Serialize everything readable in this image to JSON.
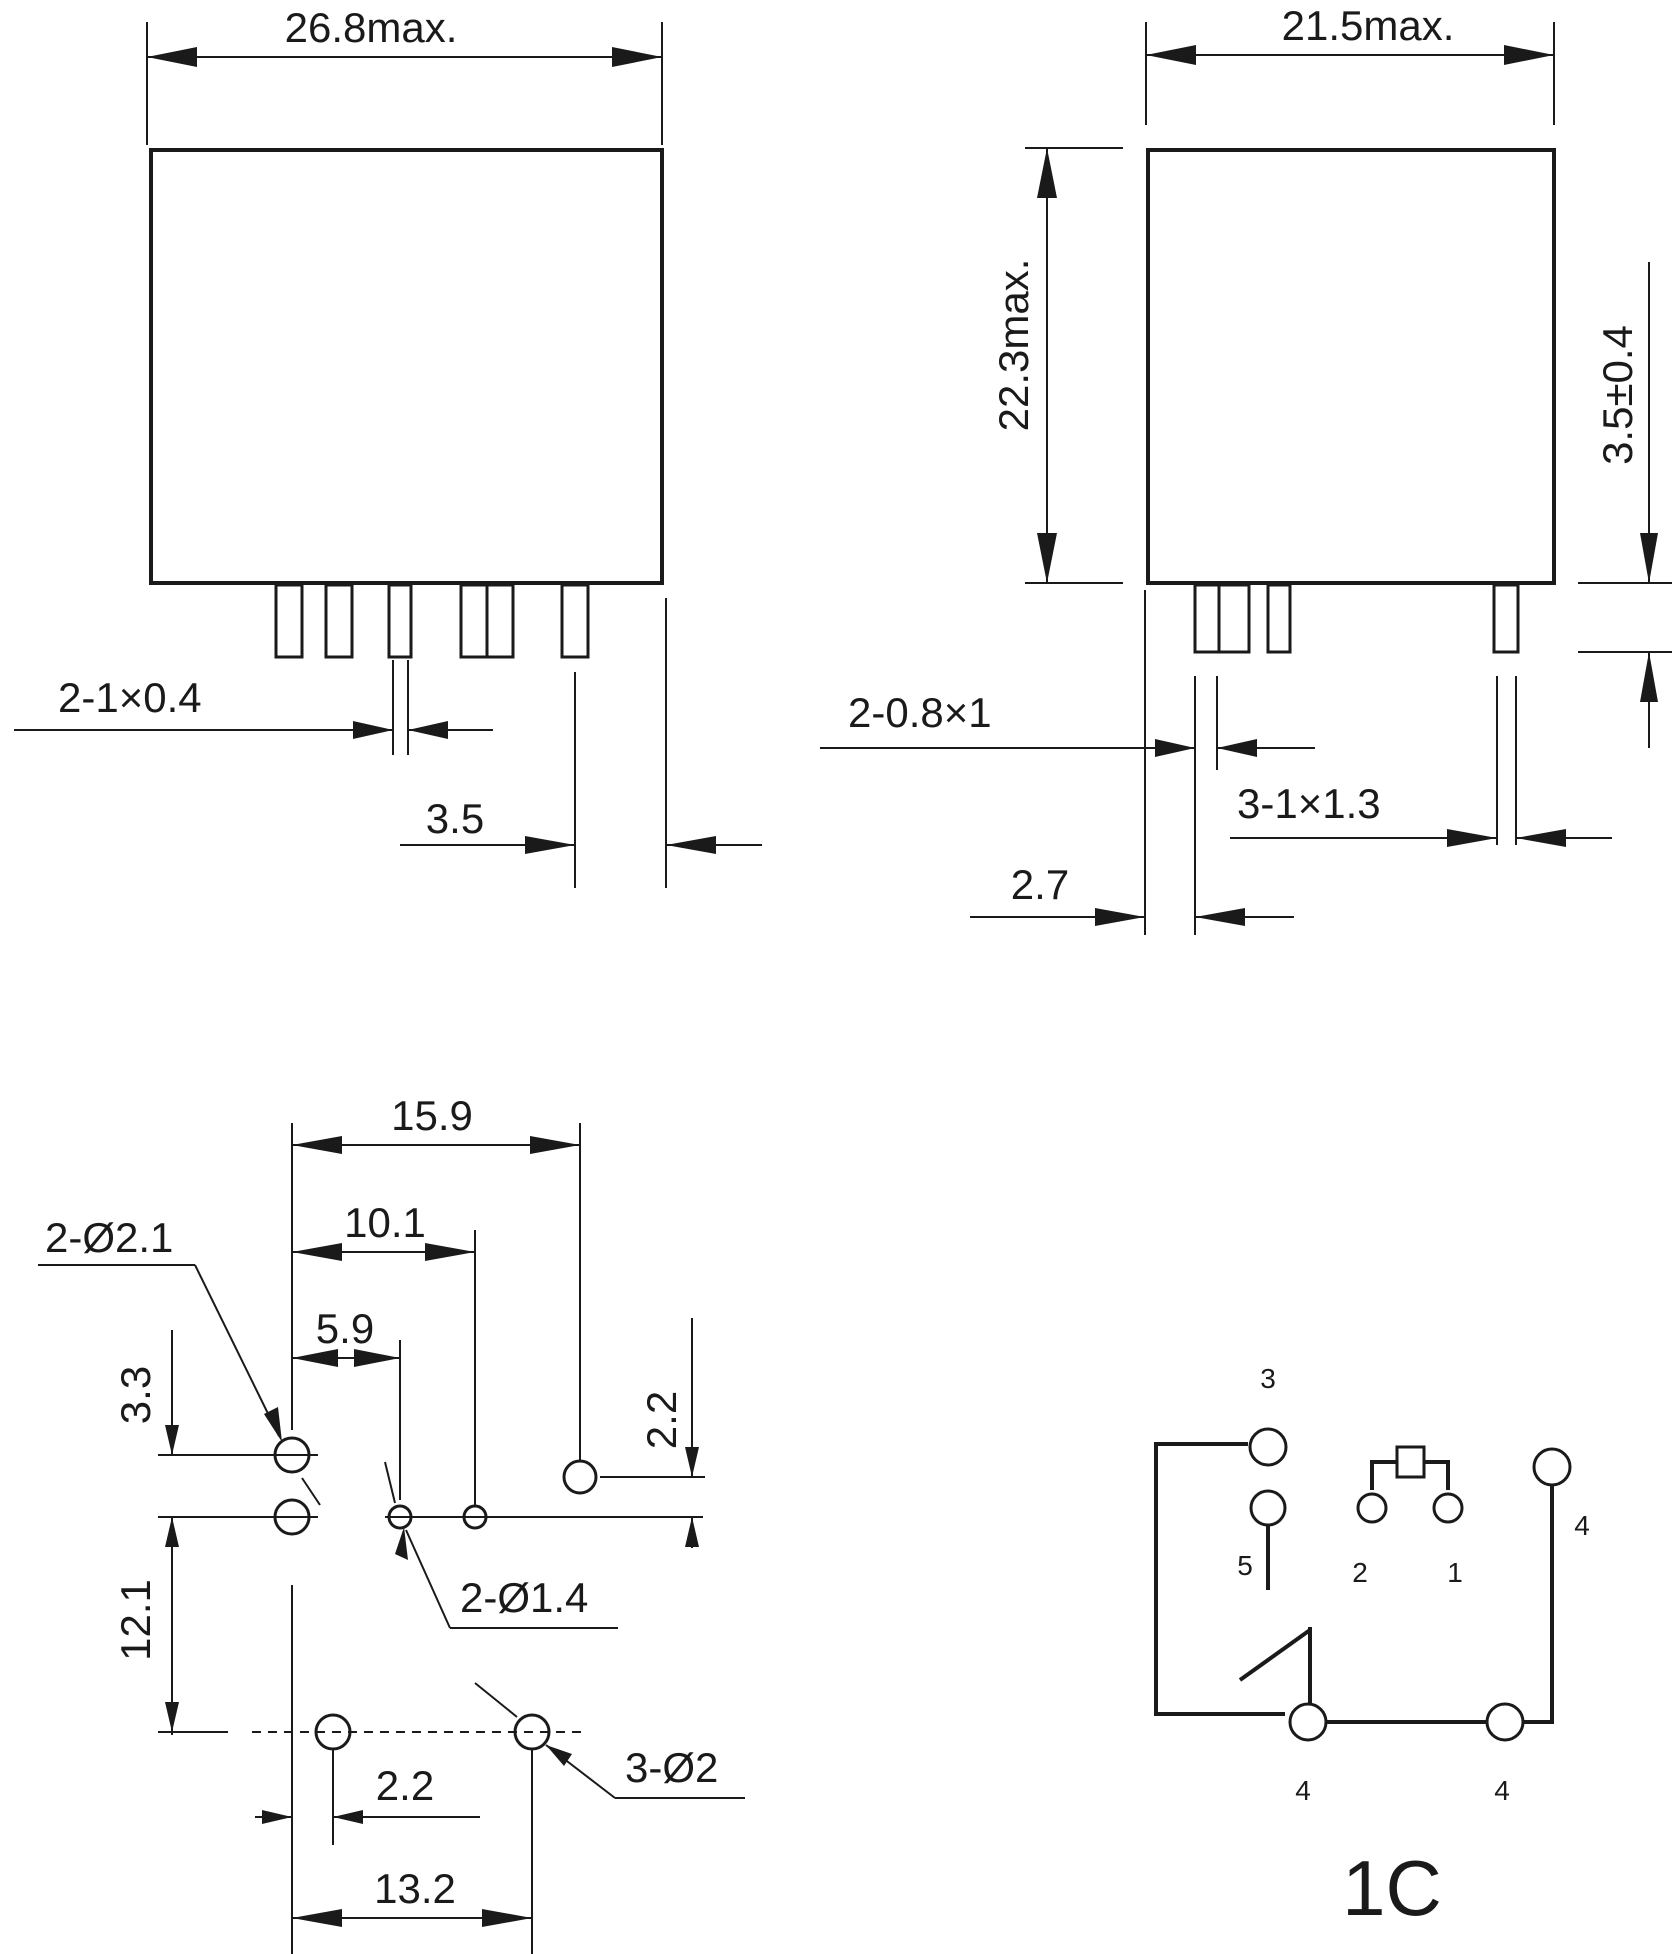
{
  "front_view": {
    "width_label": "26.8max.",
    "terminal_label": "2-1×0.4",
    "pitch_label": "3.5"
  },
  "side_view": {
    "width_label": "21.5max.",
    "height_label": "22.3max.",
    "pin_length_label": "3.5±0.4",
    "terminal_label_a": "2-0.8×1",
    "terminal_label_b": "3-1×1.3",
    "pitch_label": "2.7"
  },
  "pcb_layout": {
    "dim_15_9": "15.9",
    "dim_10_1": "10.1",
    "dim_5_9": "5.9",
    "dim_3_3": "3.3",
    "dim_2_2_right": "2.2",
    "dim_12_1": "12.1",
    "dim_2_2_bottom": "2.2",
    "dim_13_2": "13.2",
    "hole_label_a": "2-Ø2.1",
    "hole_label_b": "2-Ø1.4",
    "hole_label_c": "3-Ø2"
  },
  "schematic": {
    "pin_3": "3",
    "pin_5": "5",
    "pin_2": "2",
    "pin_1": "1",
    "pin_4_right": "4",
    "pin_4_bottom_left": "4",
    "pin_4_bottom_right": "4",
    "contact_form": "1C"
  }
}
